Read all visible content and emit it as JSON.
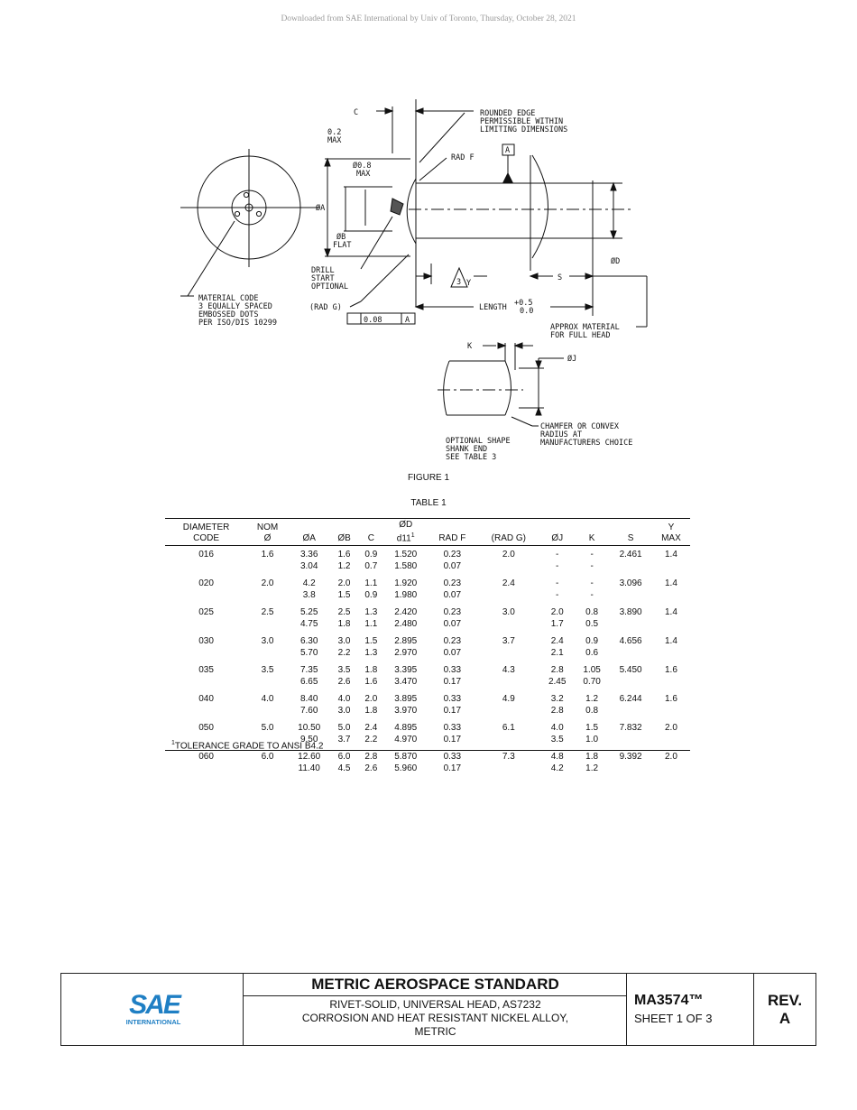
{
  "download_note": "Downloaded from SAE International by Univ of Toronto, Thursday, October 28, 2021",
  "drawing": {
    "labels": {
      "c": "C",
      "c_value": "0.2",
      "c_max": "MAX",
      "rounded_edge_1": "ROUNDED EDGE",
      "rounded_edge_2": "PERMISSIBLE WITHIN",
      "rounded_edge_3": "LIMITING DIMENSIONS",
      "rad_f": "RAD F",
      "datum_a": "A",
      "dia_08": "Ø0.8",
      "dia_08_max": "MAX",
      "dia_a": "ØA",
      "dia_b": "ØB",
      "flat": "FLAT",
      "dia_d": "ØD",
      "drill_1": "DRILL",
      "drill_2": "START",
      "drill_3": "OPTIONAL",
      "y": "Y",
      "note_3": "3",
      "s": "S",
      "mat_1": "MATERIAL CODE",
      "mat_2": "3 EQUALLY SPACED",
      "mat_3": "EMBOSSED DOTS",
      "mat_4": "PER ISO/DIS 10299",
      "rad_g": "(RAD G)",
      "length": "LENGTH",
      "length_tol_plus": "+0.5",
      "length_tol_zero": "0.0",
      "perp_tol": "0.08",
      "perp_datum": "A",
      "approx_1": "APPROX MATERIAL",
      "approx_2": "FOR FULL HEAD",
      "k": "K",
      "dia_j": "ØJ",
      "chamfer_1": "CHAMFER OR CONVEX",
      "chamfer_2": "RADIUS AT",
      "chamfer_3": "MANUFACTURERS CHOICE",
      "optional_1": "OPTIONAL SHAPE",
      "optional_2": "SHANK END",
      "optional_3": "SEE TABLE 3"
    }
  },
  "figure_caption": "FIGURE 1",
  "table_caption": "TABLE 1",
  "table": {
    "headers": {
      "diameter_code_1": "DIAMETER",
      "diameter_code_2": "CODE",
      "nom_1": "NOM",
      "nom_2": "Ø",
      "a": "ØA",
      "b": "ØB",
      "c": "C",
      "d_1": "ØD",
      "d_2": "d11",
      "d_sup": "1",
      "rad_f": "RAD F",
      "rad_g": "(RAD G)",
      "j": "ØJ",
      "k": "K",
      "s": "S",
      "y_1": "Y",
      "y_2": "MAX"
    },
    "rows": [
      {
        "code": "016",
        "nom": "1.6",
        "a": [
          "3.36",
          "3.04"
        ],
        "b": [
          "1.6",
          "1.2"
        ],
        "c": [
          "0.9",
          "0.7"
        ],
        "d": [
          "1.520",
          "1.580"
        ],
        "rf": [
          "0.23",
          "0.07"
        ],
        "rg": "2.0",
        "j": [
          "-",
          "-"
        ],
        "k": [
          "-",
          "-"
        ],
        "s": "2.461",
        "y": "1.4"
      },
      {
        "code": "020",
        "nom": "2.0",
        "a": [
          "4.2",
          "3.8"
        ],
        "b": [
          "2.0",
          "1.5"
        ],
        "c": [
          "1.1",
          "0.9"
        ],
        "d": [
          "1.920",
          "1.980"
        ],
        "rf": [
          "0.23",
          "0.07"
        ],
        "rg": "2.4",
        "j": [
          "-",
          "-"
        ],
        "k": [
          "-",
          "-"
        ],
        "s": "3.096",
        "y": "1.4"
      },
      {
        "code": "025",
        "nom": "2.5",
        "a": [
          "5.25",
          "4.75"
        ],
        "b": [
          "2.5",
          "1.8"
        ],
        "c": [
          "1.3",
          "1.1"
        ],
        "d": [
          "2.420",
          "2.480"
        ],
        "rf": [
          "0.23",
          "0.07"
        ],
        "rg": "3.0",
        "j": [
          "2.0",
          "1.7"
        ],
        "k": [
          "0.8",
          "0.5"
        ],
        "s": "3.890",
        "y": "1.4"
      },
      {
        "code": "030",
        "nom": "3.0",
        "a": [
          "6.30",
          "5.70"
        ],
        "b": [
          "3.0",
          "2.2"
        ],
        "c": [
          "1.5",
          "1.3"
        ],
        "d": [
          "2.895",
          "2.970"
        ],
        "rf": [
          "0.23",
          "0.07"
        ],
        "rg": "3.7",
        "j": [
          "2.4",
          "2.1"
        ],
        "k": [
          "0.9",
          "0.6"
        ],
        "s": "4.656",
        "y": "1.4"
      },
      {
        "code": "035",
        "nom": "3.5",
        "a": [
          "7.35",
          "6.65"
        ],
        "b": [
          "3.5",
          "2.6"
        ],
        "c": [
          "1.8",
          "1.6"
        ],
        "d": [
          "3.395",
          "3.470"
        ],
        "rf": [
          "0.33",
          "0.17"
        ],
        "rg": "4.3",
        "j": [
          "2.8",
          "2.45"
        ],
        "k": [
          "1.05",
          "0.70"
        ],
        "s": "5.450",
        "y": "1.6"
      },
      {
        "code": "040",
        "nom": "4.0",
        "a": [
          "8.40",
          "7.60"
        ],
        "b": [
          "4.0",
          "3.0"
        ],
        "c": [
          "2.0",
          "1.8"
        ],
        "d": [
          "3.895",
          "3.970"
        ],
        "rf": [
          "0.33",
          "0.17"
        ],
        "rg": "4.9",
        "j": [
          "3.2",
          "2.8"
        ],
        "k": [
          "1.2",
          "0.8"
        ],
        "s": "6.244",
        "y": "1.6"
      },
      {
        "code": "050",
        "nom": "5.0",
        "a": [
          "10.50",
          "9.50"
        ],
        "b": [
          "5.0",
          "3.7"
        ],
        "c": [
          "2.4",
          "2.2"
        ],
        "d": [
          "4.895",
          "4.970"
        ],
        "rf": [
          "0.33",
          "0.17"
        ],
        "rg": "6.1",
        "j": [
          "4.0",
          "3.5"
        ],
        "k": [
          "1.5",
          "1.0"
        ],
        "s": "7.832",
        "y": "2.0"
      },
      {
        "code": "060",
        "nom": "6.0",
        "a": [
          "12.60",
          "11.40"
        ],
        "b": [
          "6.0",
          "4.5"
        ],
        "c": [
          "2.8",
          "2.6"
        ],
        "d": [
          "5.870",
          "5.960"
        ],
        "rf": [
          "0.33",
          "0.17"
        ],
        "rg": "7.3",
        "j": [
          "4.8",
          "4.2"
        ],
        "k": [
          "1.8",
          "1.2"
        ],
        "s": "9.392",
        "y": "2.0"
      }
    ],
    "footnote_mark": "1",
    "footnote": "TOLERANCE GRADE TO ANSI B4.2"
  },
  "title_block": {
    "logo_text": "SAE",
    "logo_sub": "INTERNATIONAL",
    "logo_color": "#1f7fc4",
    "heading": "METRIC AEROSPACE STANDARD",
    "desc_1": "RIVET-SOLID, UNIVERSAL HEAD, AS7232",
    "desc_2": "CORROSION AND HEAT RESISTANT NICKEL ALLOY,",
    "desc_3": "METRIC",
    "doc_number": "MA3574™",
    "sheet": "SHEET 1 OF 3",
    "rev_label": "REV.",
    "rev_value": "A"
  }
}
